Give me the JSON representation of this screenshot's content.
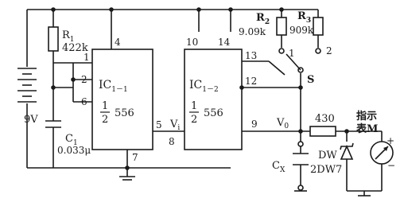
{
  "parts": {
    "battery": "9V",
    "r1": {
      "name": "R",
      "sub": "1",
      "value": "422k"
    },
    "c1": {
      "name": "C",
      "sub": "1",
      "value": "0.033μ"
    },
    "r2": {
      "name": "R",
      "sub": "2",
      "value": "9.09k"
    },
    "r3": {
      "name": "R",
      "sub": "3",
      "value": "909k"
    },
    "r430": "430",
    "cx": {
      "name": "C",
      "sub": "X"
    },
    "dw": "DW",
    "dw_part": "2DW7"
  },
  "ic1_1": {
    "name": "IC",
    "sub": "1－1",
    "frac_num": "1",
    "frac_den": "2",
    "part": "556",
    "pins": {
      "p1": "1",
      "p2": "2",
      "p4": "4",
      "p5": "5",
      "p6": "6",
      "p7": "7"
    }
  },
  "ic1_2": {
    "name": "IC",
    "sub": "1－2",
    "frac_num": "1",
    "frac_den": "2",
    "part": "556",
    "pins": {
      "p8": "8",
      "p9": "9",
      "p10": "10",
      "p12": "12",
      "p13": "13",
      "p14": "14"
    }
  },
  "labels": {
    "vi": "V",
    "vi_sub": "i",
    "vo": "V",
    "vo_sub": "0"
  },
  "switch": {
    "label": "S",
    "pos1": "1",
    "pos2": "2"
  },
  "meter": {
    "label1": "指示",
    "label2": "表M",
    "plus": "+",
    "minus": "−"
  }
}
